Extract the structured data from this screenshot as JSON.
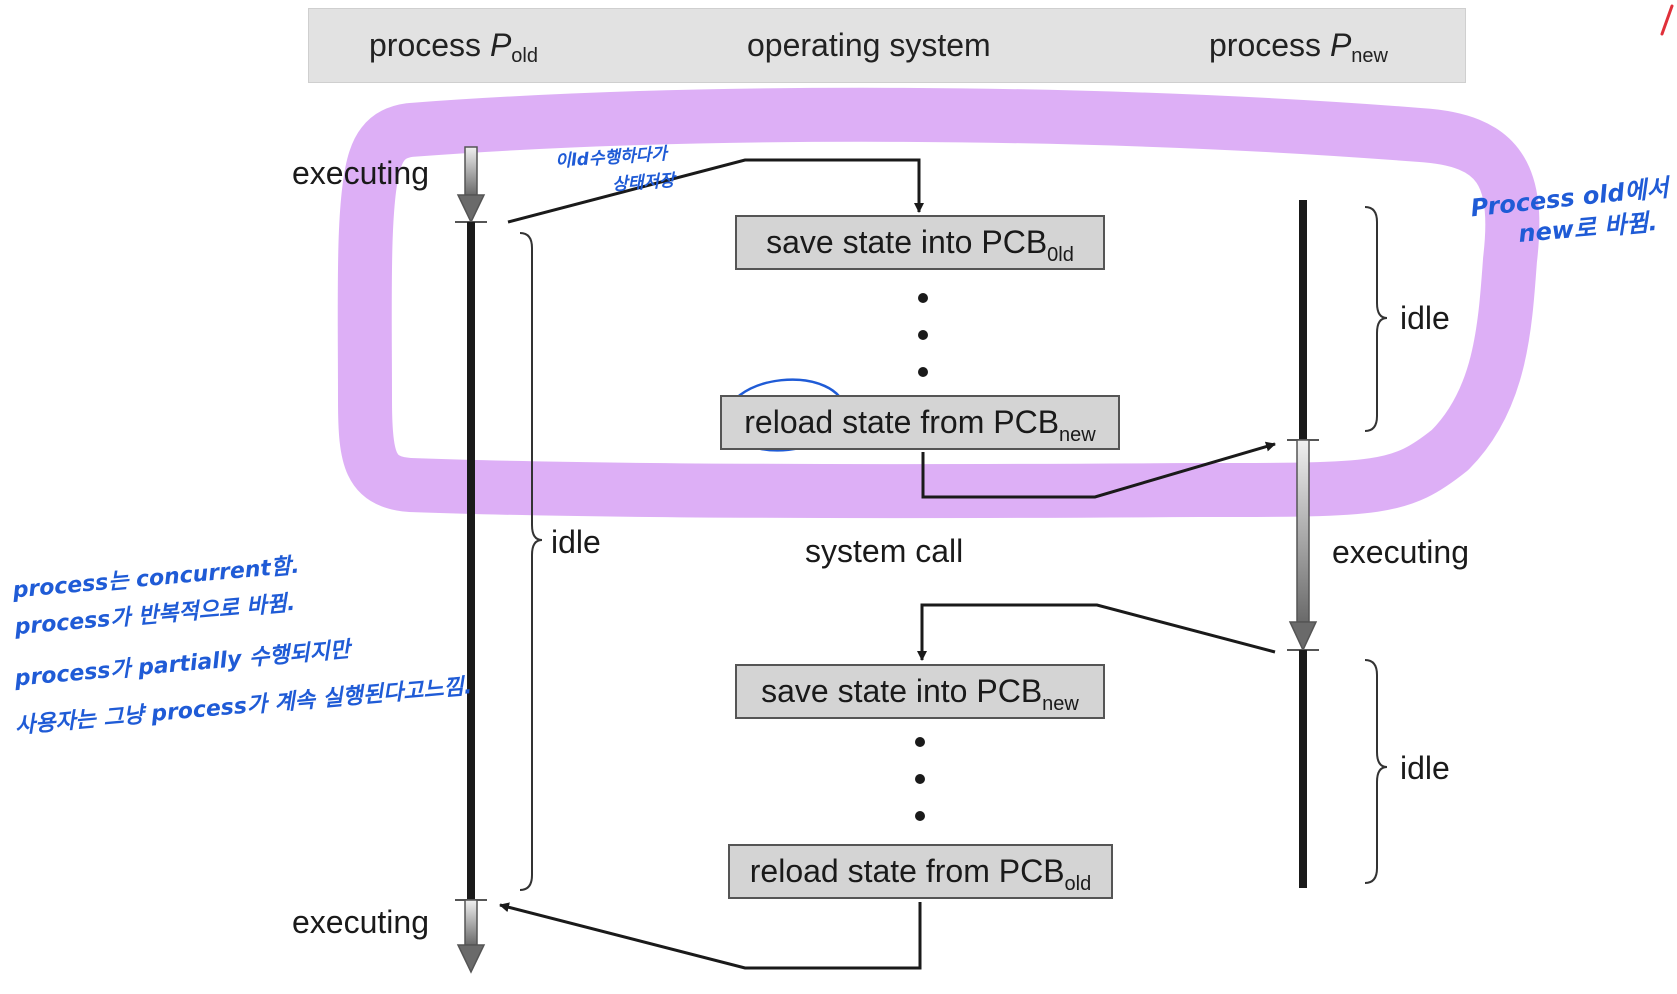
{
  "header": {
    "left": {
      "text": "process ",
      "italic": "P",
      "sub": "old"
    },
    "center": {
      "text": "operating system"
    },
    "right": {
      "text": "process ",
      "italic": "P",
      "sub": "new"
    }
  },
  "boxes": {
    "save_old": {
      "text": "save state into PCB",
      "sub": "0ld"
    },
    "reload_new": {
      "text": "reload state from PCB",
      "sub": "new"
    },
    "save_new": {
      "text": "save state into PCB",
      "sub": "new"
    },
    "reload_old": {
      "text": "reload state from PCB",
      "sub": "old"
    }
  },
  "labels": {
    "executing_old_top": "executing",
    "idle_old": "idle",
    "executing_old_bottom": "executing",
    "system_call": "system call",
    "idle_new_top": "idle",
    "executing_new": "executing",
    "idle_new_bottom": "idle"
  },
  "annotations": {
    "old_note_line1": "이ld수행하다가",
    "old_note_line2": "상태저장",
    "right_note_line1": "Process old에서",
    "right_note_line2": "new로 바뀜.",
    "left_note_line1": "process는 concurrent함.",
    "left_note_line2": "process가 반복적으로 바뀜.",
    "left_note_line3": "process가 partially 수행되지만",
    "left_note_line4": "사용자는 그냥 process가 계속 실행된다고느낌."
  },
  "colors": {
    "highlight": "#d9a6f5",
    "handwriting": "#1f5bd6",
    "header_bg": "#e2e2e2",
    "box_bg": "#d4d4d4"
  }
}
